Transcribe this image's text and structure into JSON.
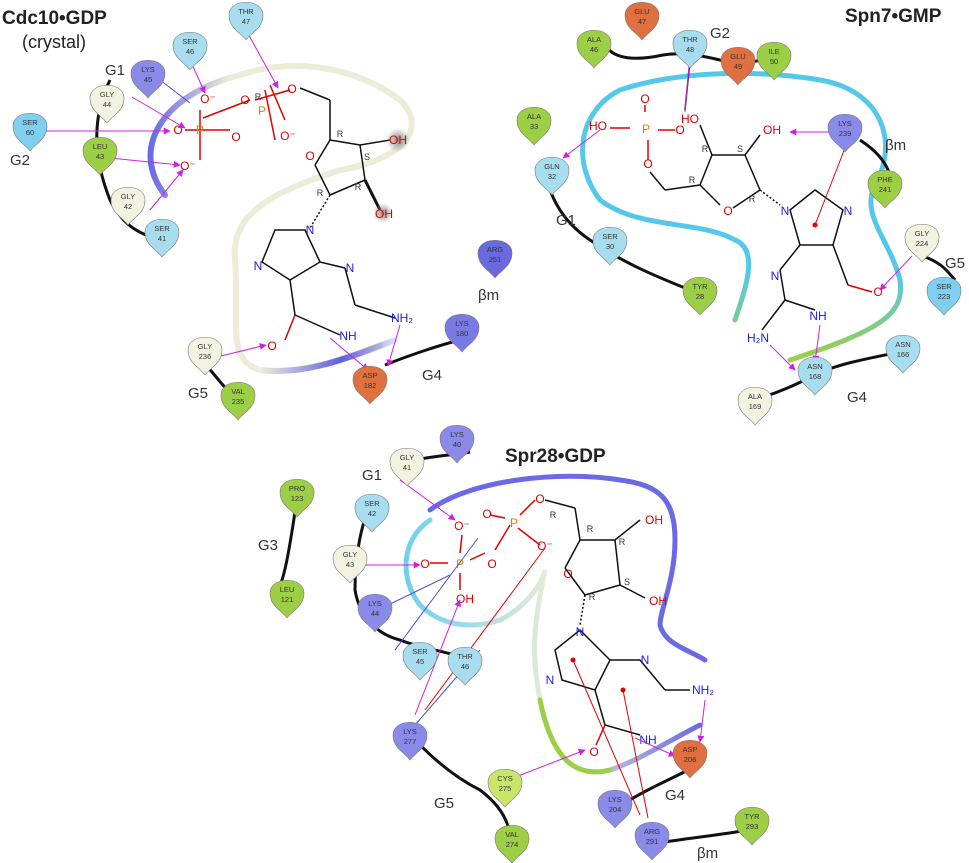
{
  "panels": [
    {
      "id": "cdc10",
      "title": "Cdc10•GDP",
      "subtitle": "(crystal)",
      "motifs": [
        "G1",
        "G2",
        "G5",
        "G4",
        "βm"
      ],
      "residues": [
        {
          "name": "SER",
          "num": "46",
          "color": "#a8ddf0"
        },
        {
          "name": "THR",
          "num": "47",
          "color": "#a8ddf0"
        },
        {
          "name": "LYS",
          "num": "45",
          "color": "#8a8ae8"
        },
        {
          "name": "GLY",
          "num": "44",
          "color": "#f2f2e0"
        },
        {
          "name": "SER",
          "num": "60",
          "color": "#7fcff0"
        },
        {
          "name": "LEU",
          "num": "43",
          "color": "#9ccf45"
        },
        {
          "name": "GLY",
          "num": "42",
          "color": "#f2f2e0"
        },
        {
          "name": "SER",
          "num": "41",
          "color": "#a8ddf0"
        },
        {
          "name": "ARG",
          "num": "251",
          "color": "#6a6ae0"
        },
        {
          "name": "LYS",
          "num": "180",
          "color": "#7a7ae4"
        },
        {
          "name": "GLY",
          "num": "236",
          "color": "#f2f2e0"
        },
        {
          "name": "VAL",
          "num": "235",
          "color": "#9ccf45"
        },
        {
          "name": "ASP",
          "num": "182",
          "color": "#e07040"
        }
      ]
    },
    {
      "id": "spn7",
      "title": "Spn7•GMP",
      "motifs": [
        "G2",
        "G1",
        "βm",
        "G5",
        "G4"
      ],
      "residues": [
        {
          "name": "GLU",
          "num": "47",
          "color": "#e07040"
        },
        {
          "name": "ALA",
          "num": "46",
          "color": "#9ccf45"
        },
        {
          "name": "THR",
          "num": "48",
          "color": "#a8ddf0"
        },
        {
          "name": "GLU",
          "num": "49",
          "color": "#e07040"
        },
        {
          "name": "ILE",
          "num": "50",
          "color": "#9ccf45"
        },
        {
          "name": "ALA",
          "num": "33",
          "color": "#9ccf45"
        },
        {
          "name": "GLN",
          "num": "32",
          "color": "#a8ddf0"
        },
        {
          "name": "LYS",
          "num": "239",
          "color": "#8a8ae8"
        },
        {
          "name": "PHE",
          "num": "241",
          "color": "#9ccf45"
        },
        {
          "name": "SER",
          "num": "30",
          "color": "#a8ddf0"
        },
        {
          "name": "TYR",
          "num": "28",
          "color": "#9ccf45"
        },
        {
          "name": "GLY",
          "num": "224",
          "color": "#f2f2e0"
        },
        {
          "name": "SER",
          "num": "223",
          "color": "#7fcff0"
        },
        {
          "name": "ASN",
          "num": "166",
          "color": "#a8ddf0"
        },
        {
          "name": "ASN",
          "num": "168",
          "color": "#a8ddf0"
        },
        {
          "name": "ALA",
          "num": "169",
          "color": "#f2f2e0"
        }
      ]
    },
    {
      "id": "spr28",
      "title": "Spr28•GDP",
      "motifs": [
        "G1",
        "G3",
        "G5",
        "G4",
        "βm"
      ],
      "residues": [
        {
          "name": "LYS",
          "num": "40",
          "color": "#8a8ae8"
        },
        {
          "name": "GLY",
          "num": "41",
          "color": "#f2f2e0"
        },
        {
          "name": "PRO",
          "num": "123",
          "color": "#9ccf45"
        },
        {
          "name": "SER",
          "num": "42",
          "color": "#a8ddf0"
        },
        {
          "name": "GLY",
          "num": "43",
          "color": "#f2f2e0"
        },
        {
          "name": "LEU",
          "num": "121",
          "color": "#9ccf45"
        },
        {
          "name": "LYS",
          "num": "44",
          "color": "#8a8ae8"
        },
        {
          "name": "SER",
          "num": "45",
          "color": "#a8ddf0"
        },
        {
          "name": "THR",
          "num": "46",
          "color": "#a8ddf0"
        },
        {
          "name": "LYS",
          "num": "277",
          "color": "#8a8ae8"
        },
        {
          "name": "CYS",
          "num": "275",
          "color": "#c8e66a"
        },
        {
          "name": "VAL",
          "num": "274",
          "color": "#9ccf45"
        },
        {
          "name": "ASP",
          "num": "206",
          "color": "#e07040"
        },
        {
          "name": "LYS",
          "num": "204",
          "color": "#8a8ae8"
        },
        {
          "name": "ARG",
          "num": "291",
          "color": "#8a8ae8"
        },
        {
          "name": "TYR",
          "num": "293",
          "color": "#9ccf45"
        }
      ]
    }
  ],
  "atoms": {
    "o_minus": "O⁻",
    "o": "O",
    "p": "P",
    "oh": "OH",
    "ho": "HO",
    "n": "N",
    "nh": "NH",
    "nh2": "NH₂",
    "h2n": "H₂N",
    "r": "R",
    "s": "S"
  }
}
